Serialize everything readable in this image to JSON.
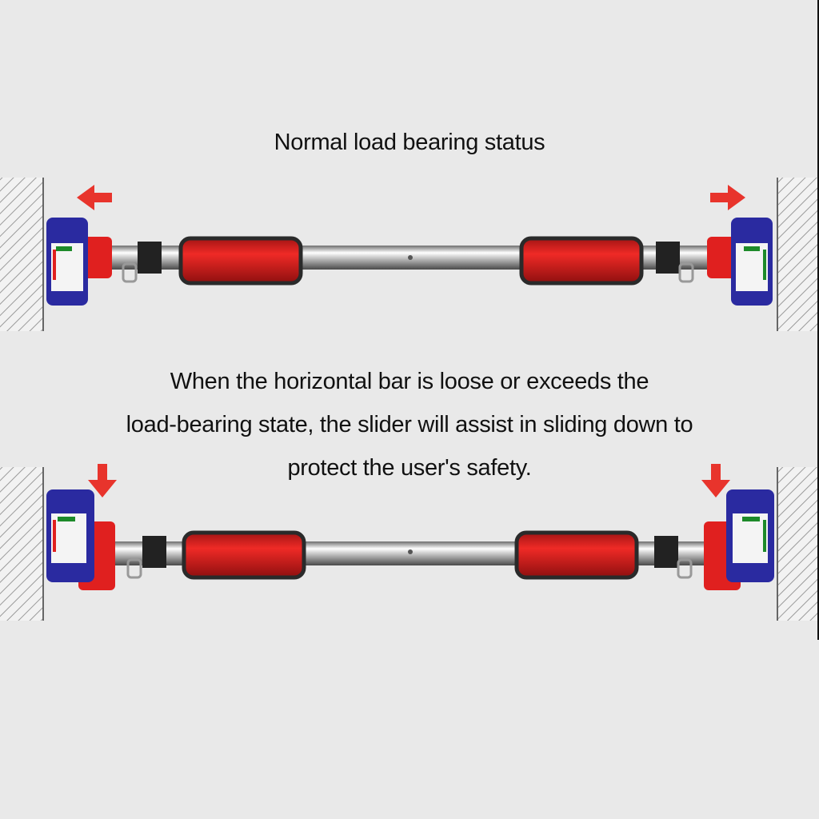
{
  "top_caption": "Normal load bearing status",
  "bottom_caption_lines": [
    "When the horizontal bar is loose or exceeds the",
    "load-bearing state, the slider will assist in sliding down to",
    "protect the user's safety."
  ],
  "colors": {
    "background": "#e9e9e9",
    "grip_red": "#e0201f",
    "bracket_blue": "#2a2aa0",
    "arrow_red": "#e8342c",
    "wall_stripe": "#9a9a9a"
  },
  "icons": {
    "top_arrows": "arrow-outward",
    "bottom_arrows": "arrow-down"
  }
}
